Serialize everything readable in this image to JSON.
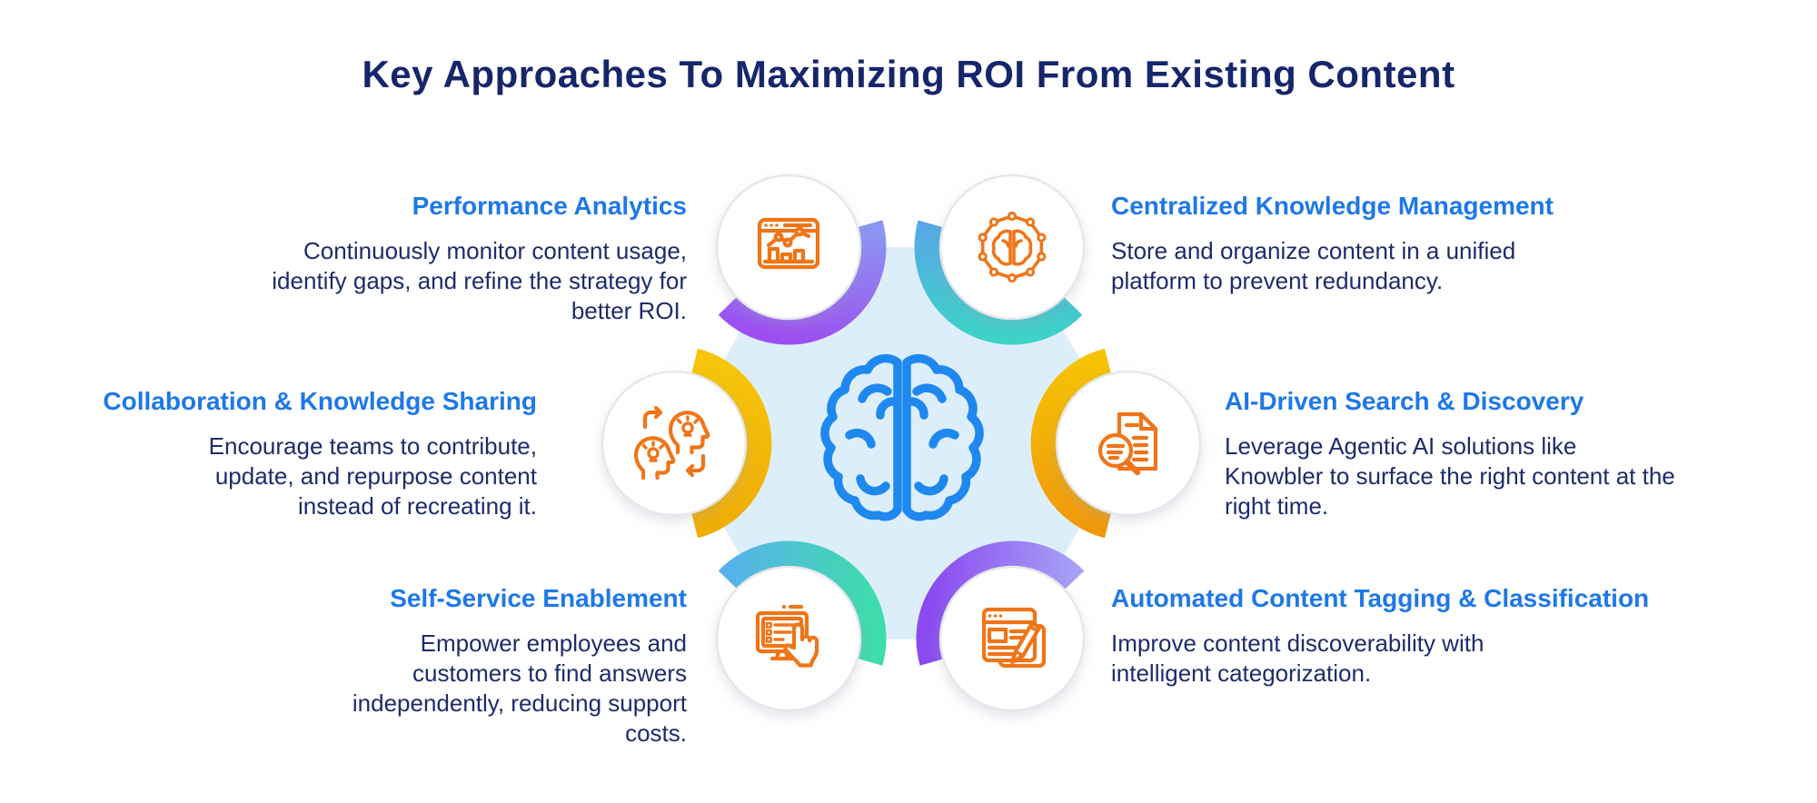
{
  "title": "Key Approaches To Maximizing ROI From Existing Content",
  "colors": {
    "background": "#FFFFFF",
    "title_navy": "#16266B",
    "heading_blue": "#1E78E8",
    "body_navy": "#1E2B6B",
    "icon_orange": "#EF7518",
    "brain_blue": "#1E88EF",
    "hex_fill": "#DDEEFB",
    "circle_border": "#E5E7EB"
  },
  "center": {
    "icon": "brain-icon"
  },
  "items": [
    {
      "id": "performance-analytics",
      "heading": "Performance Analytics",
      "body": "Continuously monitor content usage, identify gaps, and refine the strategy for better ROI.",
      "icon": "analytics-dashboard-icon",
      "arc": {
        "from": "#8C96F2",
        "to": "#9D4EF0"
      }
    },
    {
      "id": "centralized-knowledge-management",
      "heading": "Centralized Knowledge Management",
      "body": "Store and organize content in a unified platform to prevent redundancy.",
      "icon": "networked-brain-icon",
      "arc": {
        "from": "#56A7E9",
        "to": "#3DD3C6"
      }
    },
    {
      "id": "collaboration-knowledge-sharing",
      "heading": "Collaboration & Knowledge Sharing",
      "body": "Encourage teams to contribute, update, and repurpose content instead of recreating it.",
      "icon": "idea-exchange-heads-icon",
      "arc": {
        "from": "#F6C50B",
        "to": "#EFAD06"
      }
    },
    {
      "id": "ai-driven-search-discovery",
      "heading": "AI-Driven Search & Discovery",
      "body": "Leverage Agentic AI solutions like Knowbler to surface the right content at the right time.",
      "icon": "document-search-icon",
      "arc": {
        "from": "#F6C303",
        "to": "#F0990B"
      }
    },
    {
      "id": "self-service-enablement",
      "heading": "Self-Service Enablement",
      "body": "Empower employees and customers to find answers independently, reducing support costs.",
      "icon": "touchscreen-hand-icon",
      "arc": {
        "from": "#57B1EC",
        "to": "#3EDCAC"
      }
    },
    {
      "id": "automated-content-tagging",
      "heading": "Automated Content Tagging & Classification",
      "body": "Improve content discoverability with intelligent categorization.",
      "icon": "document-edit-pencil-icon",
      "arc": {
        "from": "#8A4AF0",
        "to": "#A7A2F6"
      }
    }
  ]
}
